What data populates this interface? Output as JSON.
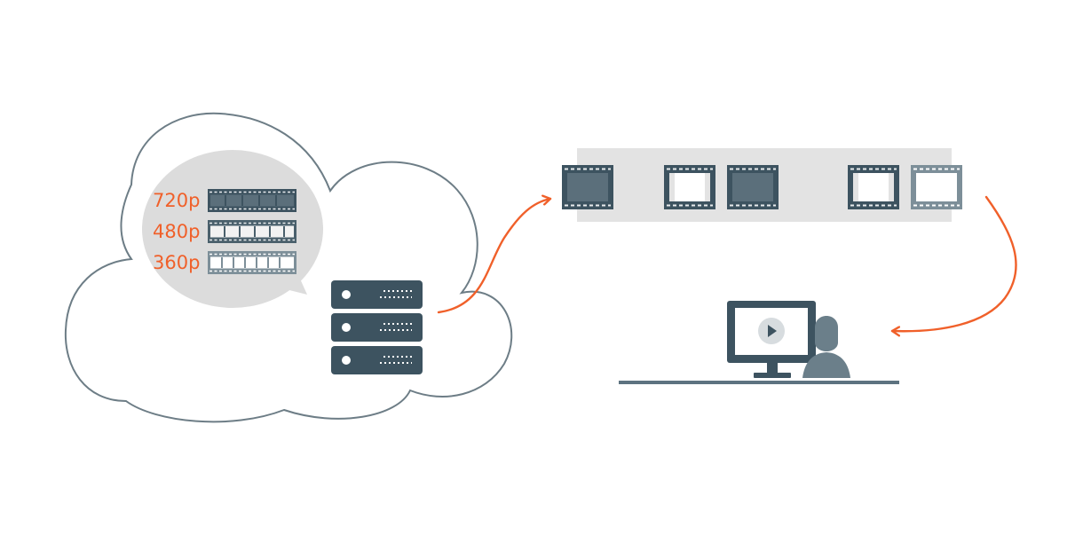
{
  "resolutions": [
    {
      "label": "720p",
      "tone": "solid"
    },
    {
      "label": "480p",
      "tone": "medium"
    },
    {
      "label": "360p",
      "tone": "light"
    }
  ],
  "stream_frames": [
    "solid",
    "outline",
    "solid",
    "outline",
    "light"
  ],
  "icons": {
    "cloud": "cloud-icon",
    "server": "server-rack-icon",
    "film": "film-strip-icon",
    "monitor": "monitor-icon",
    "play": "play-icon",
    "user": "user-icon",
    "arrow": "arrow-icon"
  },
  "colors": {
    "accent": "#f0602a",
    "dark": "#3d5360",
    "slate": "#667c88",
    "bubble": "#dcdcdc",
    "band": "#e3e3e3",
    "outline": "#6d7d86"
  }
}
